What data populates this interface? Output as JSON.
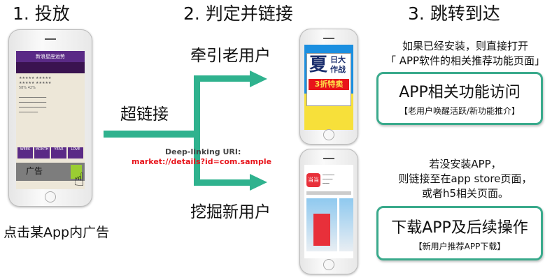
{
  "steps": {
    "step1": "1. 投放",
    "step2": "2. 判定并链接",
    "step3": "3. 跳转到达"
  },
  "left": {
    "caption": "点击某App内广告",
    "ad_label": "广告",
    "app_title": "新浪星座运势",
    "tabs": [
      "WEEK",
      "MONTH",
      "YEAR",
      "LOVE"
    ]
  },
  "middle": {
    "hyperlink": "超链接",
    "old_users": "牵引老用户",
    "new_users": "挖掘新用户",
    "deeplink_title": "Deep-linking URI:",
    "deeplink_uri": "market://details?id=com.sample"
  },
  "phones": {
    "top_ad_big": "夏",
    "top_ad_small1": "日大",
    "top_ad_small2": "作战",
    "top_ad_sale": "3折特卖",
    "bottom_app_logo": "当当"
  },
  "right": {
    "installed_note": [
      "如果已经安装，则直接打开",
      "「 APP软件的相关推荐功能页面」"
    ],
    "installed_box_title": "APP相关功能访问",
    "installed_box_sub": "【老用户唤醒活跃/新功能推介】",
    "not_installed_note": [
      "若没安装APP，",
      "则链接至在app store页面，",
      "或者h5相关页面。"
    ],
    "not_installed_box_title": "下载APP及后续操作",
    "not_installed_box_sub": "【新用户推荐APP下载】"
  },
  "colors": {
    "arrow": "#2fb28e",
    "box_border": "#3aaa8c",
    "uri": "#e8141b"
  }
}
